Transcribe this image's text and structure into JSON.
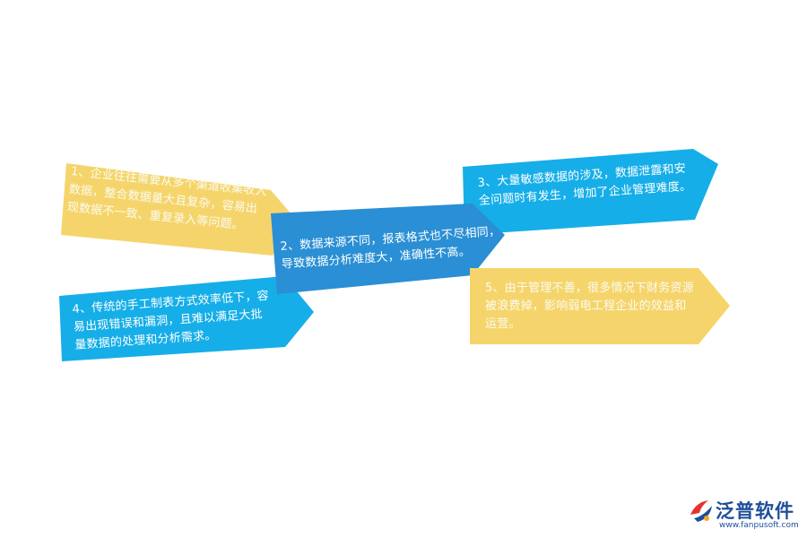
{
  "diagram": {
    "nodes": [
      {
        "id": "1",
        "text": "1、企业往往需要从多个渠道收集收入数据，整合数据量大且复杂，容易出现数据不一致、重复录入等问题。",
        "color": "#f5d56b"
      },
      {
        "id": "2",
        "text": "2、数据来源不同，报表格式也不尽相同，导致数据分析难度大，准确性不高。",
        "color": "#2a8fd4"
      },
      {
        "id": "3",
        "text": "3、大量敏感数据的涉及，数据泄露和安全问题时有发生，增加了企业管理难度。",
        "color": "#16aee8"
      },
      {
        "id": "4",
        "text": "4、传统的手工制表方式效率低下，容易出现错误和漏洞，且难以满足大批量数据的处理和分析需求。",
        "color": "#16aee8"
      },
      {
        "id": "5",
        "text": "5、由于管理不善，很多情况下财务资源被浪费掉，影响弱电工程企业的效益和运营。",
        "color": "#f5d56b"
      }
    ]
  },
  "logo": {
    "name": "泛普软件",
    "url": "www.fanpusoft.com"
  }
}
